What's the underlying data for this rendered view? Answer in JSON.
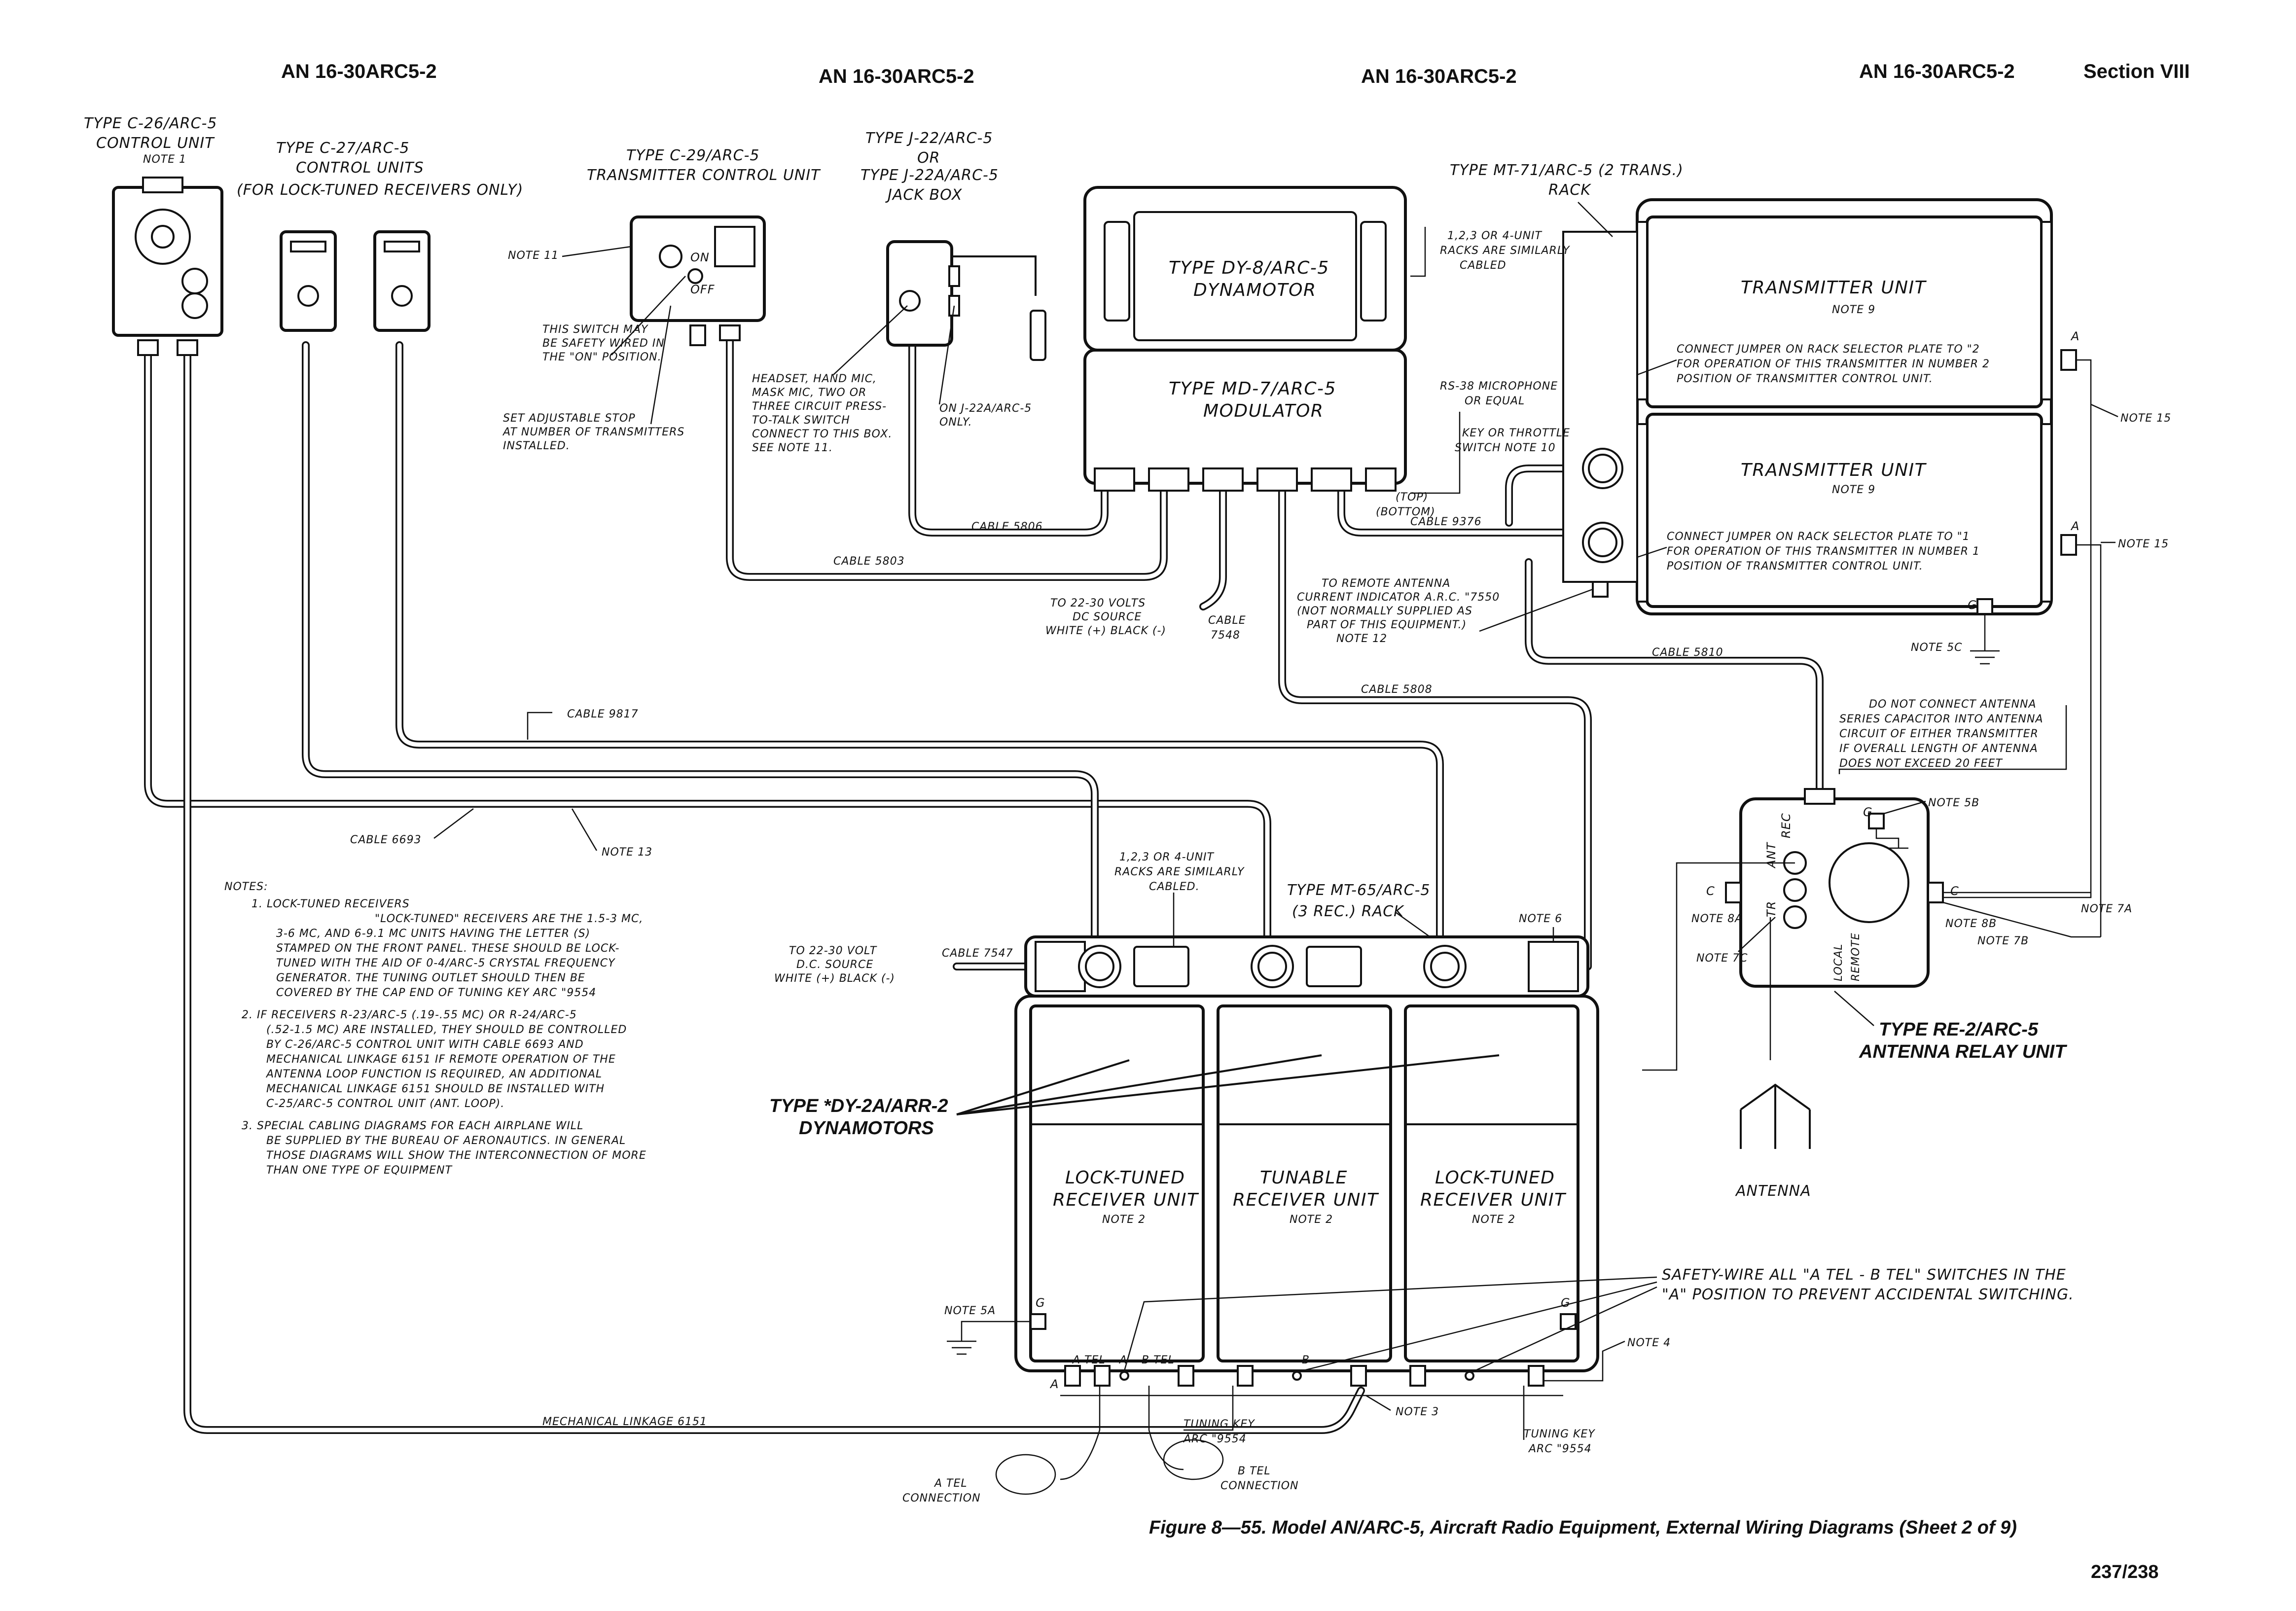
{
  "header": {
    "doc1": "AN 16-30ARC5-2",
    "doc2": "AN 16-30ARC5-2",
    "doc3": "AN 16-30ARC5-2",
    "doc4": "AN 16-30ARC5-2",
    "section": "Section VIII"
  },
  "units": {
    "c26": [
      "TYPE C-26/ARC-5",
      "CONTROL UNIT",
      "NOTE 1"
    ],
    "c27": [
      "TYPE C-27/ARC-5",
      "CONTROL UNITS",
      "(FOR LOCK-TUNED RECEIVERS ONLY)"
    ],
    "c29": [
      "TYPE C-29/ARC-5",
      "TRANSMITTER CONTROL UNIT"
    ],
    "j22": [
      "TYPE J-22/ARC-5",
      "OR",
      "TYPE J-22A/ARC-5",
      "JACK BOX"
    ],
    "dy8": [
      "TYPE DY-8/ARC-5",
      "DYNAMOTOR"
    ],
    "md7": [
      "TYPE MD-7/ARC-5",
      "MODULATOR"
    ],
    "mt71": [
      "TYPE MT-71/ARC-5 (2 TRANS.)",
      "RACK"
    ],
    "tx_top": [
      "TRANSMITTER UNIT",
      "NOTE 9"
    ],
    "tx_bot": [
      "TRANSMITTER UNIT",
      "NOTE 9"
    ],
    "mt65": [
      "TYPE MT-65/ARC-5",
      "(3 REC.) RACK"
    ],
    "dy2a": [
      "TYPE *DY-2A/ARR-2",
      "DYNAMOTORS"
    ],
    "rx1": [
      "LOCK-TUNED",
      "RECEIVER UNIT",
      "NOTE 2"
    ],
    "rx2": [
      "TUNABLE",
      "RECEIVER UNIT",
      "NOTE 2"
    ],
    "rx3": [
      "LOCK-TUNED",
      "RECEIVER UNIT",
      "NOTE 2"
    ],
    "re2": [
      "TYPE RE-2/ARC-5",
      "ANTENNA RELAY UNIT"
    ],
    "antenna": "ANTENNA"
  },
  "labels": {
    "note11": "NOTE 11",
    "switch_note": [
      "THIS SWITCH MAY",
      "BE SAFETY WIRED IN",
      "THE \"ON\" POSITION."
    ],
    "stop_note": [
      "SET ADJUSTABLE STOP",
      "AT NUMBER OF TRANSMITTERS",
      "INSTALLED."
    ],
    "headset_note": [
      "HEADSET, HAND MIC,",
      "MASK MIC, TWO OR",
      "THREE CIRCUIT PRESS-",
      "TO-TALK SWITCH",
      "CONNECT TO THIS BOX.",
      "SEE NOTE 11."
    ],
    "j22a_note": [
      "ON J-22A/ARC-5",
      "ONLY."
    ],
    "racks_tx": [
      "1,2,3 OR 4-UNIT",
      "RACKS ARE SIMILARLY",
      "CABLED"
    ],
    "rs38": [
      "RS-38 MICROPHONE",
      "OR EQUAL"
    ],
    "key_throttle": [
      "KEY OR THROTTLE",
      "SWITCH NOTE 10"
    ],
    "top": "(TOP)",
    "bottom": "(BOTTOM)",
    "jumper2": [
      "CONNECT JUMPER ON RACK SELECTOR PLATE TO \"2",
      "FOR OPERATION OF THIS TRANSMITTER IN NUMBER 2",
      "POSITION OF TRANSMITTER CONTROL UNIT."
    ],
    "jumper1": [
      "CONNECT JUMPER ON RACK SELECTOR PLATE TO \"1",
      "FOR OPERATION OF THIS TRANSMITTER IN NUMBER 1",
      "POSITION OF TRANSMITTER CONTROL UNIT."
    ],
    "note15a": "NOTE 15",
    "note15b": "NOTE 15",
    "note5c": "NOTE 5C",
    "cable5806": "CABLE 5806",
    "cable5803": "CABLE 5803",
    "cable9376": "CABLE 9376",
    "cable5810": "CABLE 5810",
    "cable5808": "CABLE 5808",
    "cable9817": "CABLE 9817",
    "cable6693": "CABLE 6693",
    "cable7547": "CABLE 7547",
    "cable7548": [
      "CABLE",
      "7548"
    ],
    "dc_tx": [
      "TO 22-30 VOLTS",
      "DC SOURCE",
      "WHITE (+) BLACK (-)"
    ],
    "dc_rx": [
      "TO 22-30 VOLT",
      "D.C. SOURCE",
      "WHITE (+) BLACK (-)"
    ],
    "remote_ant": [
      "TO REMOTE ANTENNA",
      "CURRENT INDICATOR A.R.C. \"7550",
      "(NOT NORMALLY SUPPLIED AS",
      "PART OF THIS EQUIPMENT.)",
      "NOTE 12"
    ],
    "no_connect": [
      "DO NOT CONNECT ANTENNA",
      "SERIES CAPACITOR INTO ANTENNA",
      "CIRCUIT OF EITHER TRANSMITTER",
      "IF OVERALL LENGTH OF ANTENNA",
      "DOES NOT EXCEED 20 FEET"
    ],
    "note13": "NOTE 13",
    "note6": "NOTE 6",
    "racks_rx": [
      "1,2,3 OR 4-UNIT",
      "RACKS ARE SIMILARLY",
      "CABLED."
    ],
    "note5b": "NOTE 5B",
    "note8a": "NOTE 8A",
    "note8b": "NOTE 8B",
    "note7c": "NOTE 7C",
    "note7b": "NOTE 7B",
    "note7a": "NOTE 7A",
    "note5a": "NOTE 5A",
    "note4": "NOTE 4",
    "note3": "NOTE 3",
    "safety_wire": [
      "SAFETY-WIRE ALL \"A TEL - B TEL\" SWITCHES IN THE",
      "\"A\" POSITION TO PREVENT ACCIDENTAL SWITCHING."
    ],
    "mech_linkage": "MECHANICAL LINKAGE 6151",
    "tuning_key1": [
      "TUNING KEY",
      "ARC \"9554"
    ],
    "tuning_key2": [
      "TUNING KEY",
      "ARC \"9554"
    ],
    "a_tel": [
      "A TEL",
      "CONNECTION"
    ],
    "b_tel": [
      "B TEL",
      "CONNECTION"
    ],
    "on": "ON",
    "off": "OFF",
    "relay_ant": "ANT",
    "relay_rec": "REC",
    "relay_tr": "TR",
    "relay_local": "LOCAL",
    "relay_remote": "REMOTE",
    "term_a": "A",
    "term_g": "G",
    "term_c": "C",
    "rx_term_a": "A",
    "rx_term_b": "B",
    "rx_term_atel": "A TEL",
    "rx_term_btel": "B TEL"
  },
  "notes": {
    "heading": "NOTES:",
    "lines": [
      "1. LOCK-TUNED RECEIVERS",
      "\"LOCK-TUNED\" RECEIVERS ARE THE 1.5-3 MC,",
      "3-6 MC, AND 6-9.1 MC UNITS HAVING THE LETTER (S)",
      "STAMPED ON THE FRONT PANEL.  THESE SHOULD BE LOCK-",
      "TUNED WITH THE AID OF 0-4/ARC-5  CRYSTAL FREQUENCY",
      "GENERATOR.  THE TUNING OUTLET SHOULD THEN BE",
      "COVERED BY THE CAP END OF TUNING KEY ARC \"9554",
      "2. IF RECEIVERS R-23/ARC-5 (.19-.55 MC) OR R-24/ARC-5",
      "(.52-1.5 MC) ARE INSTALLED, THEY SHOULD BE CONTROLLED",
      "BY C-26/ARC-5 CONTROL UNIT WITH CABLE 6693 AND",
      "MECHANICAL LINKAGE 6151 IF REMOTE OPERATION OF THE",
      "ANTENNA LOOP FUNCTION IS REQUIRED, AN ADDITIONAL",
      "MECHANICAL LINKAGE 6151 SHOULD BE INSTALLED WITH",
      "C-25/ARC-5 CONTROL UNIT (ANT. LOOP).",
      "3. SPECIAL CABLING DIAGRAMS FOR EACH AIRPLANE WILL",
      "BE SUPPLIED BY THE BUREAU OF AERONAUTICS.  IN GENERAL",
      "THOSE DIAGRAMS WILL SHOW THE INTERCONNECTION OF MORE",
      "THAN ONE TYPE OF EQUIPMENT"
    ]
  },
  "footer": {
    "caption": "Figure 8—55. Model AN/ARC-5, Aircraft Radio Equipment, External Wiring Diagrams (Sheet 2 of 9)",
    "page": "237/238"
  }
}
